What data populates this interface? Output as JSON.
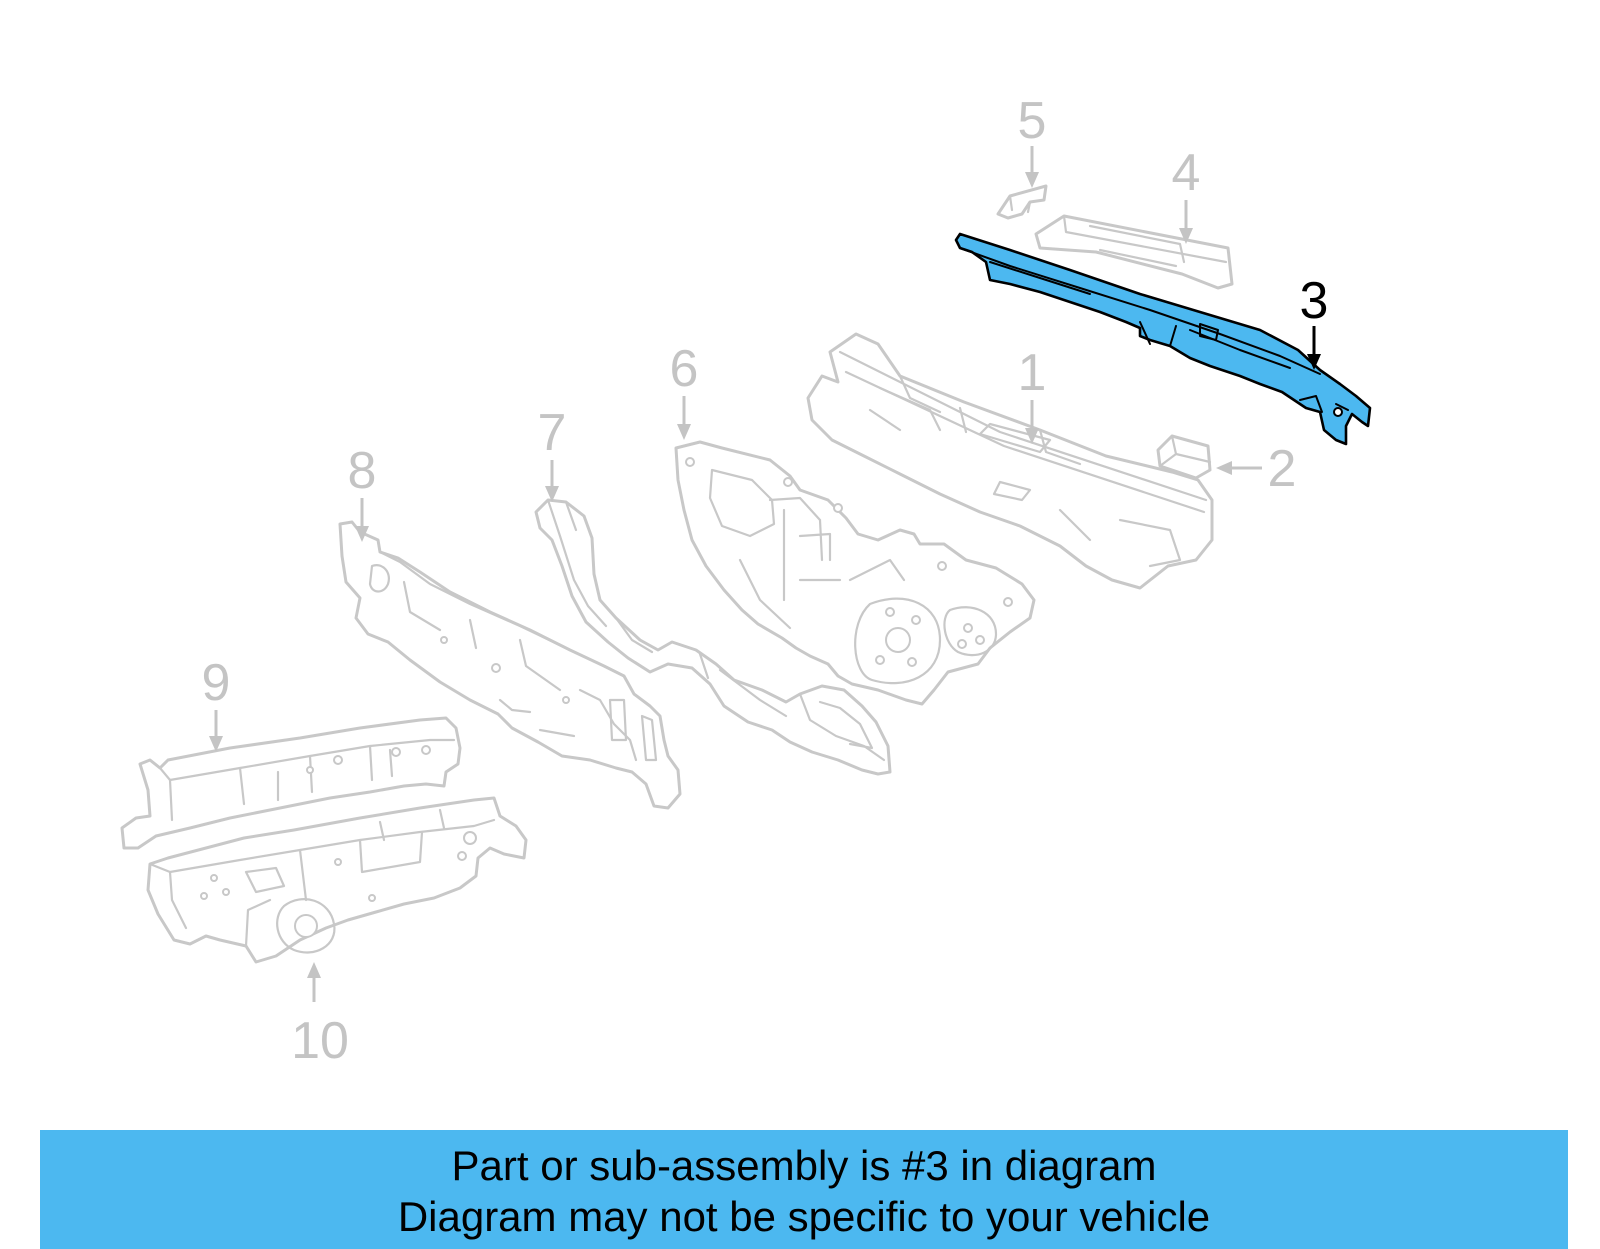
{
  "diagram": {
    "highlight_color": "#4CB8F0",
    "ghost_color": "#C8C8C8",
    "active_callout": "3",
    "callouts": [
      {
        "id": "1",
        "label": "1"
      },
      {
        "id": "2",
        "label": "2"
      },
      {
        "id": "3",
        "label": "3"
      },
      {
        "id": "4",
        "label": "4"
      },
      {
        "id": "5",
        "label": "5"
      },
      {
        "id": "6",
        "label": "6"
      },
      {
        "id": "7",
        "label": "7"
      },
      {
        "id": "8",
        "label": "8"
      },
      {
        "id": "9",
        "label": "9"
      },
      {
        "id": "10",
        "label": "10"
      }
    ]
  },
  "banner": {
    "background_color": "#4CB8F0",
    "line1": "Part or sub-assembly is #3 in diagram",
    "line2": "Diagram may not be specific to your vehicle"
  }
}
